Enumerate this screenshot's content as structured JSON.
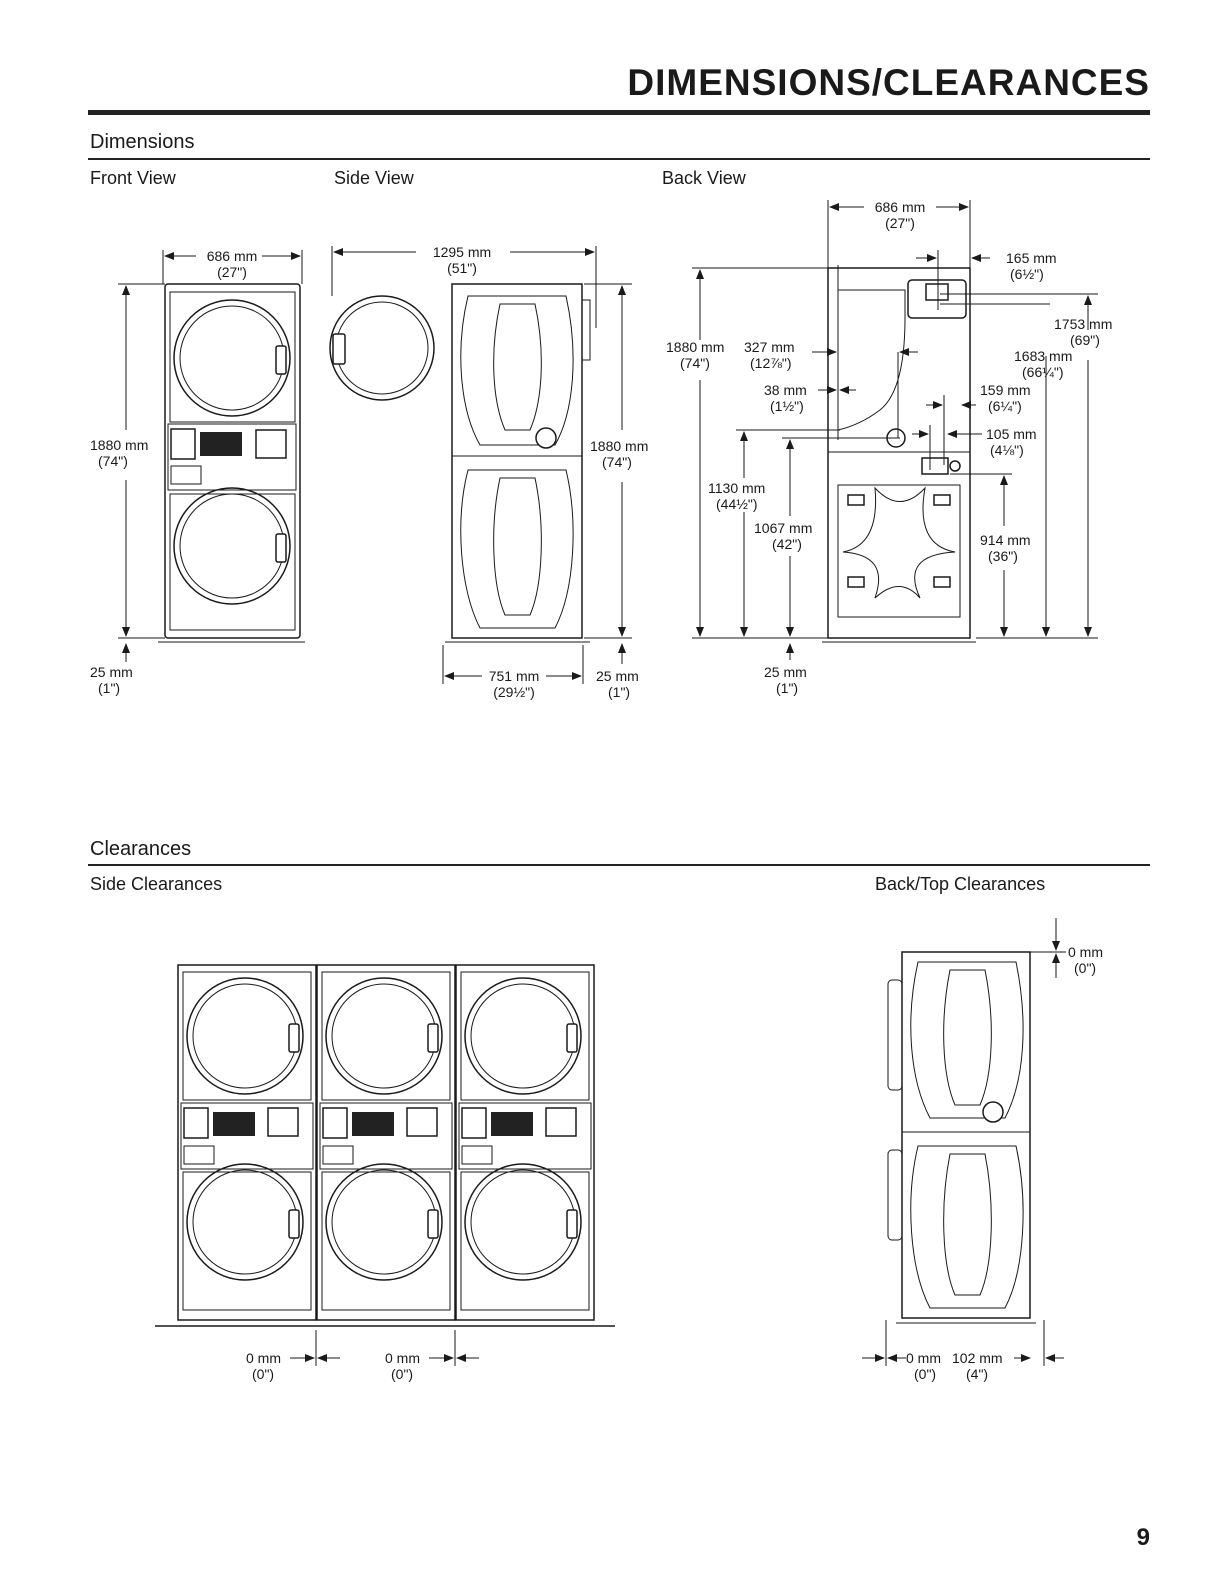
{
  "page": {
    "title": "DIMENSIONS/CLEARANCES",
    "page_number": "9"
  },
  "dimensions": {
    "heading": "Dimensions",
    "front_view": {
      "label": "Front View",
      "width_mm": "686 mm",
      "width_in": "(27\")",
      "height_mm": "1880 mm",
      "height_in": "(74\")",
      "foot_mm": "25 mm",
      "foot_in": "(1\")"
    },
    "side_view": {
      "label": "Side View",
      "depth_open_mm": "1295 mm",
      "depth_open_in": "(51\")",
      "height_mm": "1880 mm",
      "height_in": "(74\")",
      "depth_mm": "751 mm",
      "depth_in": "(29½\")",
      "foot_mm": "25 mm",
      "foot_in": "(1\")"
    },
    "back_view": {
      "label": "Back View",
      "width_mm": "686 mm",
      "width_in": "(27\")",
      "d165_mm": "165 mm",
      "d165_in": "(6½\")",
      "d1753_mm": "1753 mm",
      "d1753_in": "(69\")",
      "d1683_mm": "1683 mm",
      "d1683_in": "(66¼\")",
      "d1880_mm": "1880 mm",
      "d1880_in": "(74\")",
      "d327_mm": "327 mm",
      "d327_in": "(12⅞\")",
      "d38_mm": "38 mm",
      "d38_in": "(1½\")",
      "d159_mm": "159 mm",
      "d159_in": "(6¼\")",
      "d105_mm": "105 mm",
      "d105_in": "(4⅛\")",
      "d1130_mm": "1130 mm",
      "d1130_in": "(44½\")",
      "d1067_mm": "1067 mm",
      "d1067_in": "(42\")",
      "d914_mm": "914 mm",
      "d914_in": "(36\")",
      "foot_mm": "25 mm",
      "foot_in": "(1\")"
    }
  },
  "clearances": {
    "heading": "Clearances",
    "side": {
      "label": "Side Clearances",
      "gap1_mm": "0 mm",
      "gap1_in": "(0\")",
      "gap2_mm": "0 mm",
      "gap2_in": "(0\")"
    },
    "back_top": {
      "label": "Back/Top Clearances",
      "top_mm": "0 mm",
      "top_in": "(0\")",
      "front_mm": "0 mm",
      "front_in": "(0\")",
      "back_mm": "102 mm",
      "back_in": "(4\")"
    }
  }
}
